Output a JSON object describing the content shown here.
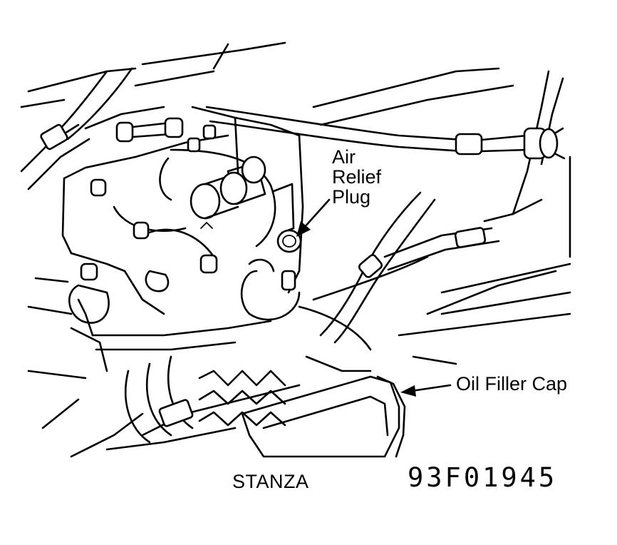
{
  "labels": {
    "air_relief_plug": [
      "Air",
      "Relief",
      "Plug"
    ],
    "oil_filler_cap": "Oil Filler Cap",
    "model": "STANZA",
    "figure_code": "93F01945"
  }
}
